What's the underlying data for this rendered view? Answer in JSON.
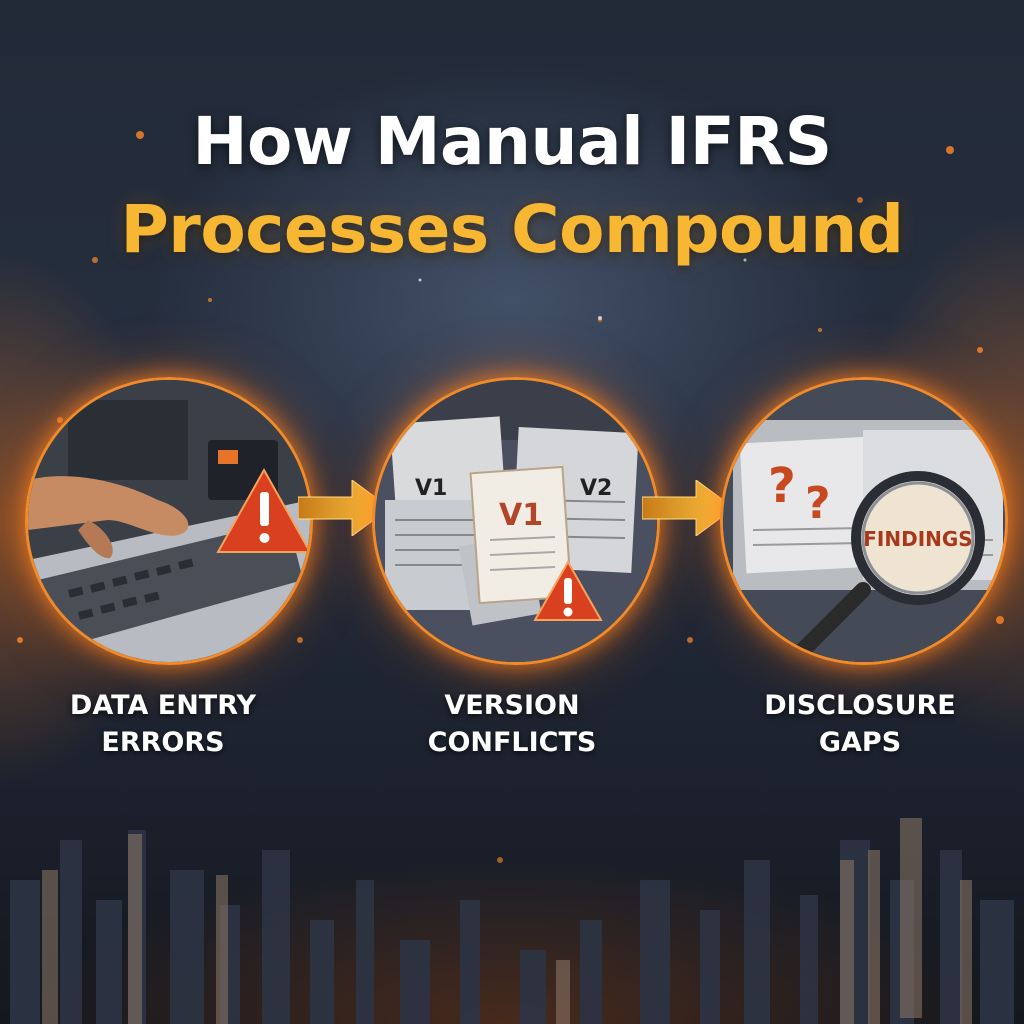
{
  "title": {
    "line1": "How Manual IFRS",
    "line2": "Processes Compound"
  },
  "colors": {
    "title_white": "#ffffff",
    "title_gold": "#f7b732",
    "accent_orange": "#f08a2a",
    "warning_red": "#d9401f",
    "arrow_gold": "#f6b733"
  },
  "steps": [
    {
      "line1": "DATA ENTRY",
      "line2": "ERRORS",
      "icon": "warning-icon"
    },
    {
      "line1": "VERSION",
      "line2": "CONFLICTS",
      "icon": "warning-icon"
    },
    {
      "line1": "DISCLOSURE",
      "line2": "GAPS",
      "icon": "magnifier-icon"
    }
  ],
  "step2_doc_labels": {
    "left": "V1",
    "center": "V1",
    "right": "V2"
  },
  "step3_marks": {
    "q1": "?",
    "q2": "?",
    "lens_text": "FINDINGS"
  }
}
